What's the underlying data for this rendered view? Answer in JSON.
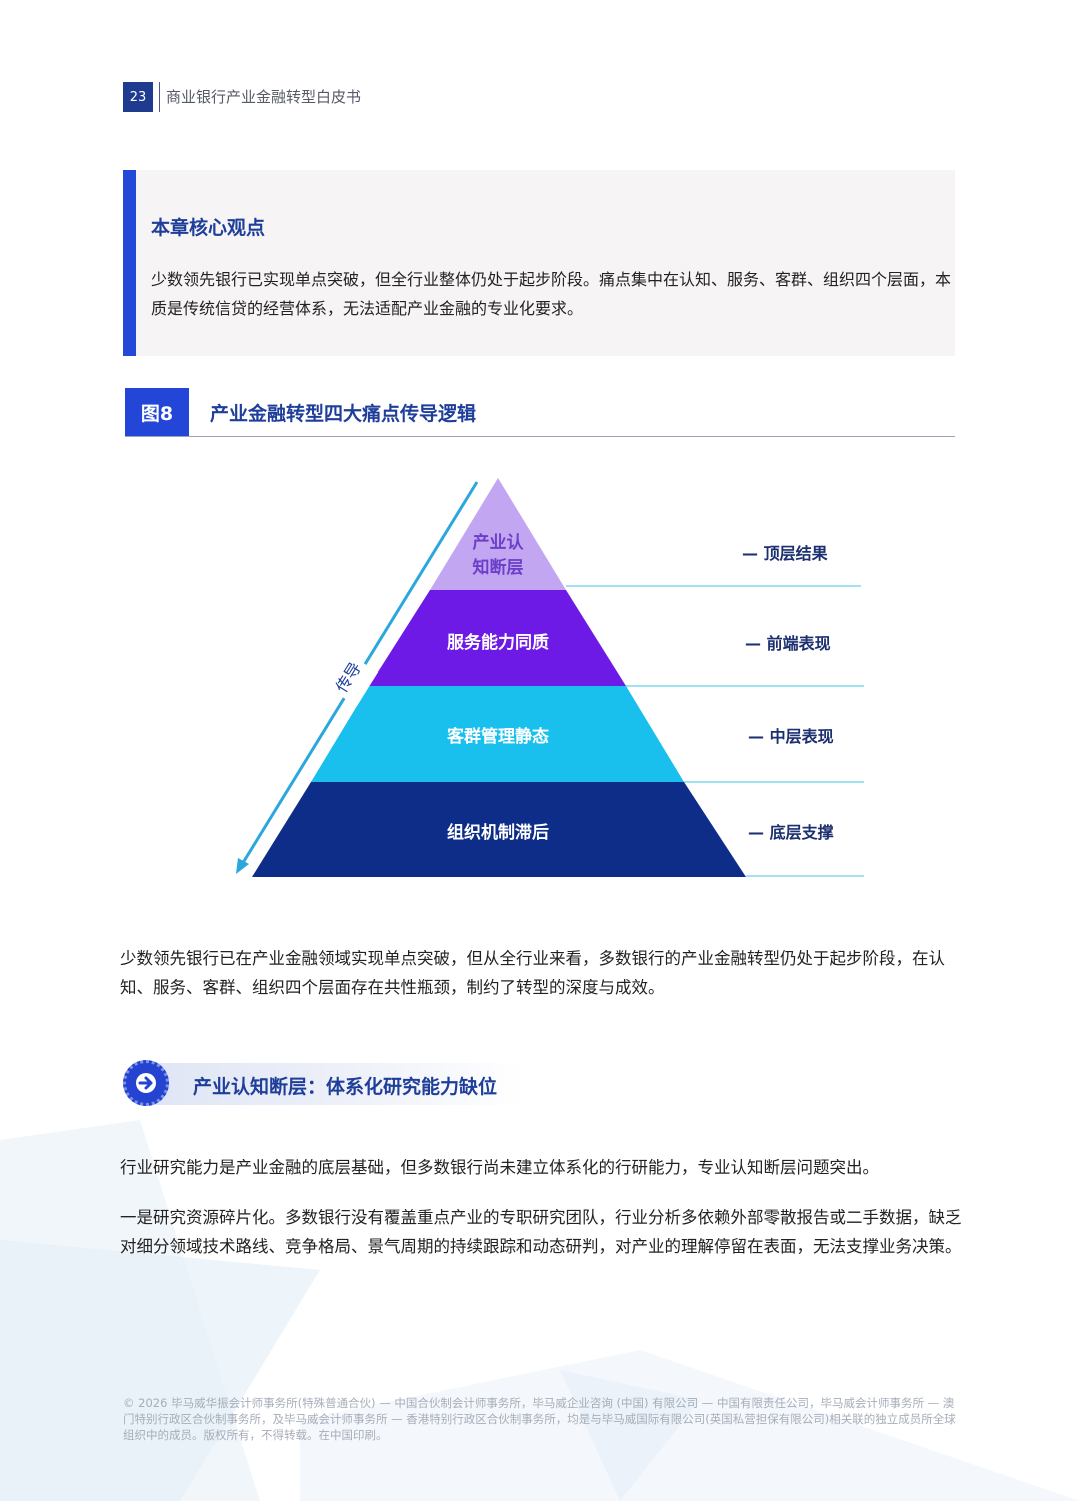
{
  "header": {
    "page_number": "23",
    "doc_title": "商业银行产业金融转型白皮书"
  },
  "callout": {
    "heading": "本章核心观点",
    "text": "少数领先银行已实现单点突破，但全行业整体仍处于起步阶段。痛点集中在认知、服务、客群、组织四个层面，本质是传统信贷的经营体系，无法适配产业金融的专业化要求。"
  },
  "figure": {
    "badge": "图8",
    "title": "产业金融转型四大痛点传导逻辑",
    "arrow_label": "传导",
    "layers": [
      {
        "line1": "产业认",
        "line2": "知断层",
        "color": "#c3a6f2",
        "text_color": "#6b3fc8",
        "side_label": "— 顶层结果"
      },
      {
        "line1": "服务能力同质",
        "line2": "",
        "color": "#6e1ae6",
        "text_color": "#ffffff",
        "side_label": "— 前端表现"
      },
      {
        "line1": "客群管理静态",
        "line2": "",
        "color": "#19c0ee",
        "text_color": "#ffffff",
        "side_label": "— 中层表现"
      },
      {
        "line1": "组织机制滞后",
        "line2": "",
        "color": "#0d2d88",
        "text_color": "#ffffff",
        "side_label": "— 底层支撑"
      }
    ],
    "guide_line_color": "#3fc6e6"
  },
  "intro_paragraph": "少数领先银行已在产业金融领域实现单点突破，但从全行业来看，多数银行的产业金融转型仍处于起步阶段，在认知、服务、客群、组织四个层面存在共性瓶颈，制约了转型的深度与成效。",
  "section": {
    "icon": "arrow-right-icon",
    "title": "产业认知断层：体系化研究能力缺位",
    "paragraph1": "行业研究能力是产业金融的底层基础，但多数银行尚未建立体系化的行研能力，专业认知断层问题突出。",
    "paragraph2": "一是研究资源碎片化。多数银行没有覆盖重点产业的专职研究团队，行业分析多依赖外部零散报告或二手数据，缺乏对细分领域技术路线、竞争格局、景气周期的持续跟踪和动态研判，对产业的理解停留在表面，无法支撑业务决策。"
  },
  "footer": {
    "text": "© 2026 毕马威华振会计师事务所(特殊普通合伙) — 中国合伙制会计师事务所，毕马威企业咨询 (中国) 有限公司 — 中国有限责任公司，毕马威会计师事务所 — 澳门特别行政区合伙制事务所，及毕马威会计师事务所 — 香港特别行政区合伙制事务所，均是与毕马威国际有限公司(英国私营担保有限公司)相关联的独立成员所全球组织中的成员。版权所有，不得转载。在中国印刷。"
  }
}
